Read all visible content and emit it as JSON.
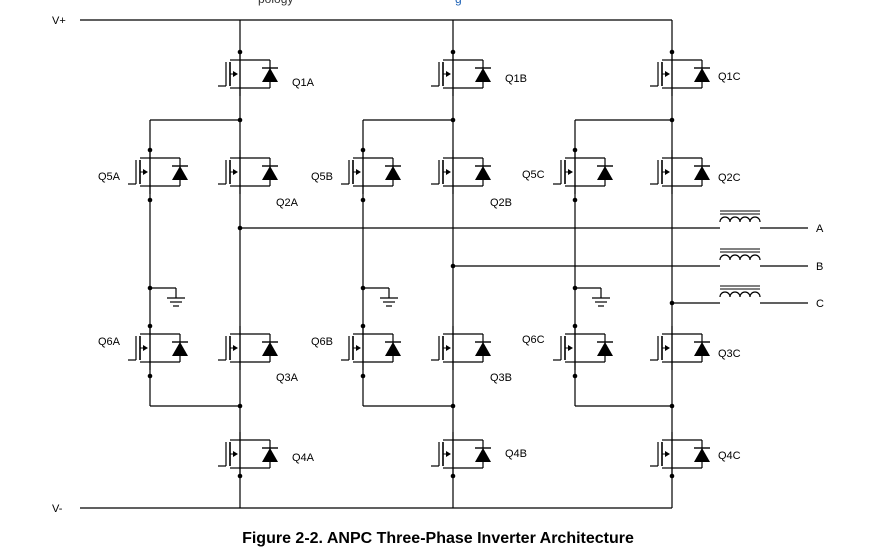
{
  "header_fragment": {
    "text": "pology",
    "link": "g"
  },
  "rails": {
    "positive": "V+",
    "negative": "V-"
  },
  "outputs": [
    "A",
    "B",
    "C"
  ],
  "phases": [
    {
      "name": "A",
      "devices": [
        "Q1A",
        "Q2A",
        "Q3A",
        "Q4A",
        "Q5A",
        "Q6A"
      ]
    },
    {
      "name": "B",
      "devices": [
        "Q1B",
        "Q2B",
        "Q3B",
        "Q4B",
        "Q5B",
        "Q6B"
      ]
    },
    {
      "name": "C",
      "devices": [
        "Q1C",
        "Q2C",
        "Q3C",
        "Q4C",
        "Q5C",
        "Q6C"
      ]
    }
  ],
  "caption": "Figure 2-2. ANPC Three-Phase Inverter Architecture"
}
